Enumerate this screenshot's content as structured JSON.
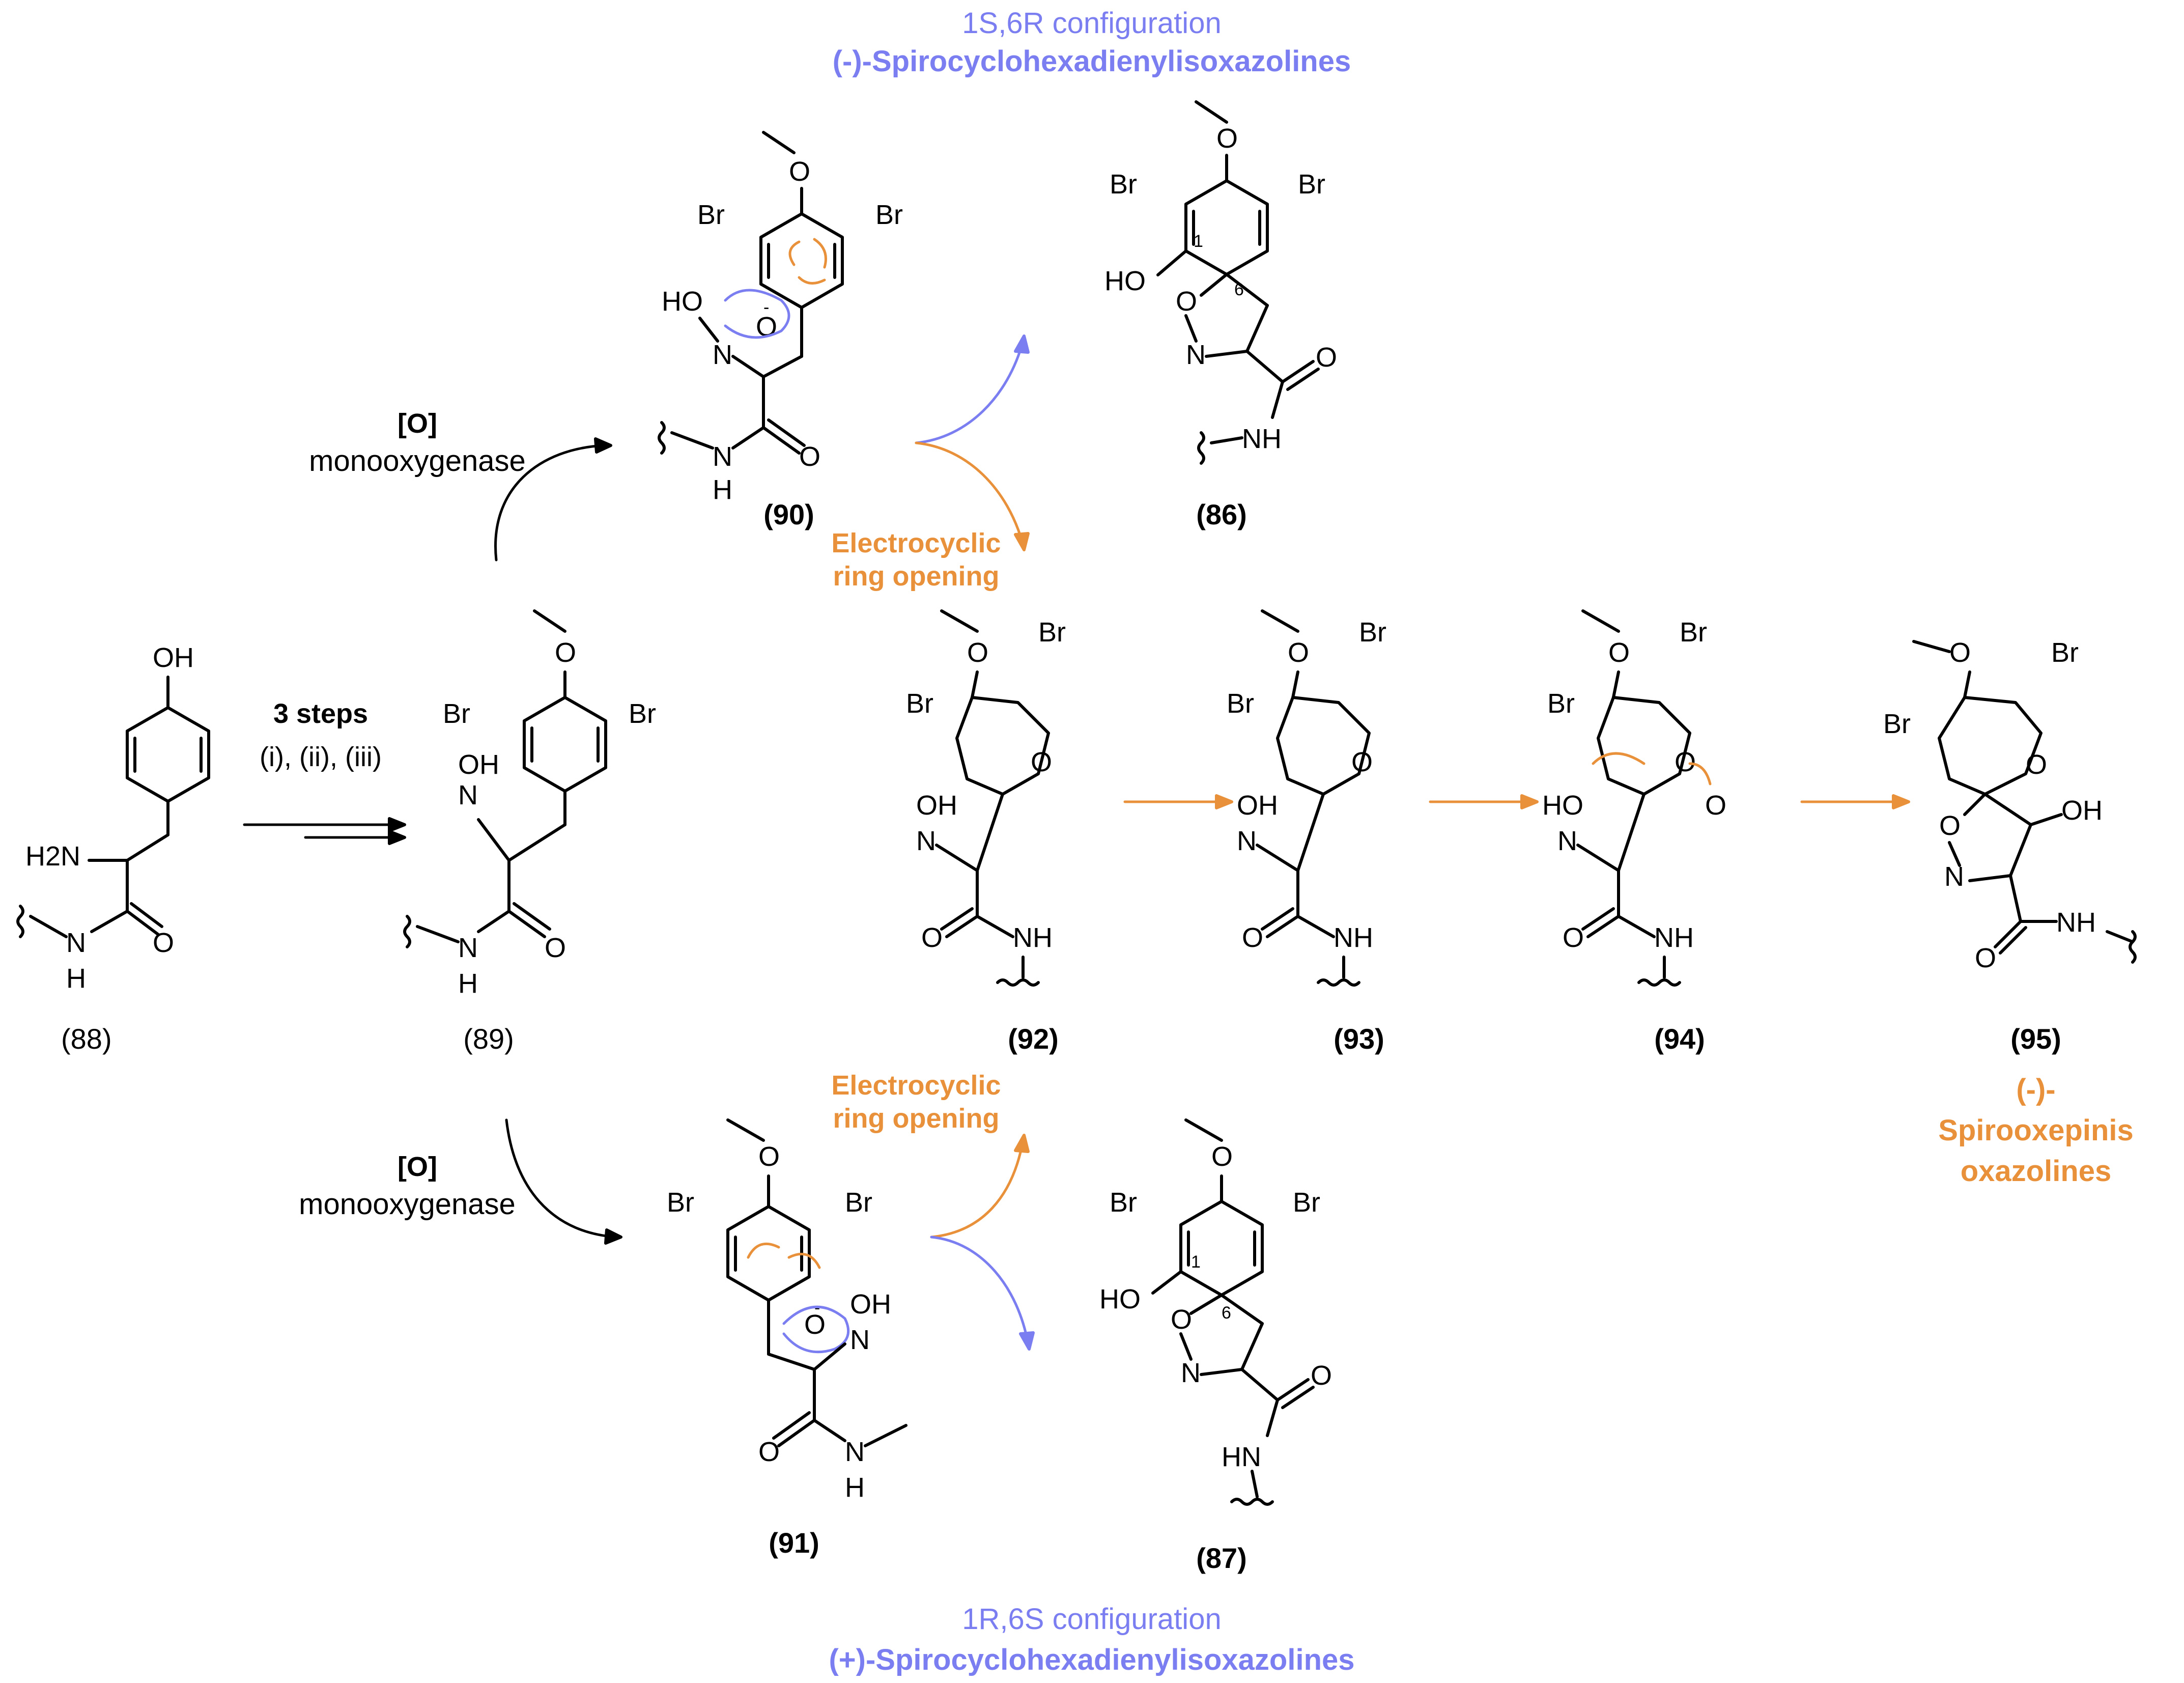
{
  "header": {
    "config_top": "1S,6R configuration",
    "class_top": "(-)-Spirocyclohexadienylisoxazolines"
  },
  "footer": {
    "config_bottom": "1R,6S configuration",
    "class_bottom": "(+)-Spirocyclohexadienylisoxazolines"
  },
  "product_class_95": {
    "line1": "(-)-",
    "line2": "Spirooxepinis",
    "line3": "oxazolines"
  },
  "steps": {
    "three_steps": "3 steps",
    "reagents": "(i), (ii), (iii)",
    "ox_top": "[O]",
    "mono_top": "monooxygenase",
    "ox_bottom": "[O]",
    "mono_bottom": "monooxygenase",
    "electro_top_1": "Electrocyclic",
    "electro_top_2": "ring opening",
    "electro_bottom_1": "Electrocyclic",
    "electro_bottom_2": "ring opening"
  },
  "compounds": [
    "(88)",
    "(89)",
    "(90)",
    "(86)",
    "(92)",
    "(93)",
    "(94)",
    "(95)",
    "(91)",
    "(87)"
  ],
  "atoms": {
    "OH": "OH",
    "H2N": "H2N",
    "NH": "NH",
    "N": "N",
    "H": "H",
    "O": "O",
    "Br": "Br",
    "HO": "HO",
    "HN": "HN",
    "one": "1",
    "six": "6",
    "minus": "-"
  },
  "colors": {
    "blue": "#7b7ef0",
    "orange": "#e8913a",
    "black": "#000000"
  }
}
